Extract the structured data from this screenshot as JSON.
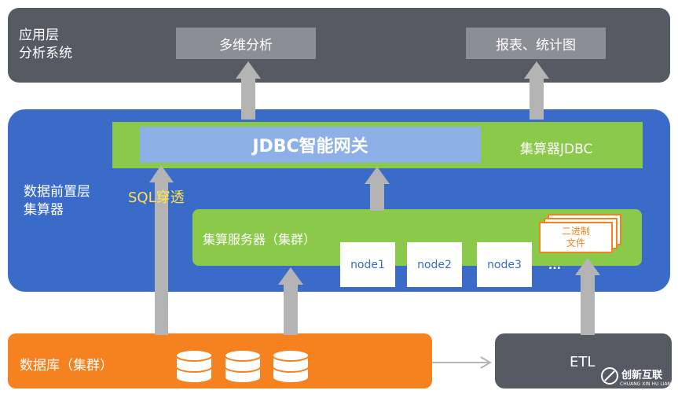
{
  "app_layer": {
    "title_line1": "应用层",
    "title_line2": "分析系统",
    "box1": "多维分析",
    "box2": "报表、统计图"
  },
  "pre_layer": {
    "title_line1": "数据前置层",
    "title_line2": "集算器",
    "gateway": "JDBC智能网关",
    "jdbc_label": "集算器JDBC",
    "sql_label": "SQL穿透",
    "cluster_label": "集算服务器（集群）",
    "nodes": [
      "node1",
      "node2",
      "node3"
    ],
    "ellipsis": "...",
    "binary_file_line1": "二进制",
    "binary_file_line2": "文件"
  },
  "db_layer": {
    "label": "数据库（集群）"
  },
  "etl": {
    "label": "ETL"
  },
  "watermark": {
    "text": "创新互联",
    "subtext": "CHUANG XIN HU LIAN"
  },
  "colors": {
    "app_layer": "#555a63",
    "pre_layer": "#3a6bc9",
    "green": "#8bc94a",
    "db_layer": "#f5821f",
    "arrow": "#b4b4b4",
    "gateway": "#8db0e6"
  }
}
